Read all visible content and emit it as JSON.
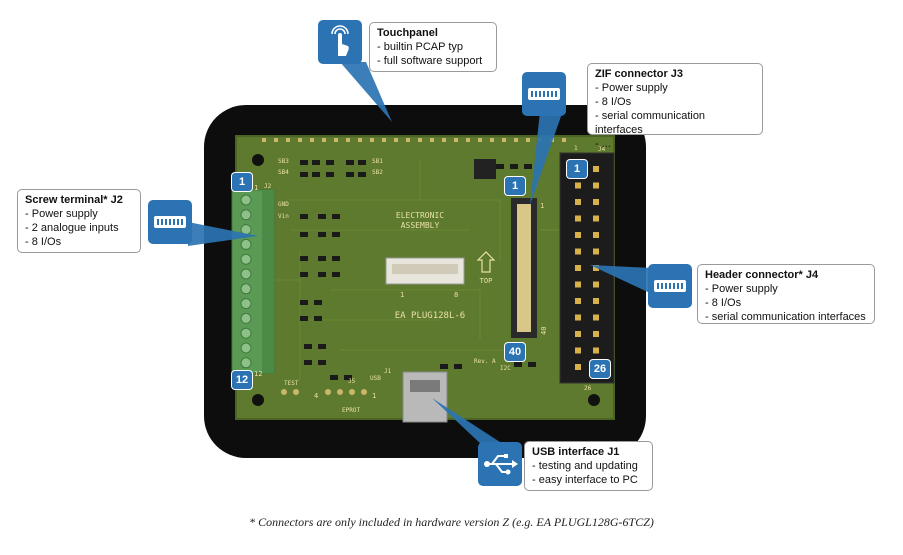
{
  "callouts": {
    "touchpanel": {
      "title": "Touchpanel",
      "items": [
        "builtin PCAP typ",
        "full software support"
      ]
    },
    "zif": {
      "title": "ZIF connector J3",
      "items": [
        "Power supply",
        "8 I/Os",
        "serial communication interfaces",
        "..."
      ]
    },
    "screw": {
      "title": "Screw terminal* J2",
      "items": [
        "Power supply",
        "2 analogue inputs",
        "8 I/Os"
      ]
    },
    "header": {
      "title": "Header connector* J4",
      "items": [
        "Power supply",
        "8 I/Os",
        "serial communication interfaces"
      ]
    },
    "usb": {
      "title": "USB interface J1",
      "items": [
        "testing and updating",
        "easy interface to PC"
      ]
    }
  },
  "badges": {
    "screw_top": "1",
    "screw_bottom": "12",
    "zif_top": "1",
    "zif_bottom": "40",
    "header_top": "1",
    "header_bottom": "26"
  },
  "board_labels": {
    "logo_line1": "ELECTRONIC",
    "logo_line2": "ASSEMBLY",
    "part": "EA PLUG128L-6",
    "top": "TOP",
    "rev": "Rev. A",
    "test": "TEST",
    "j5": "J5",
    "usb": "USB",
    "j1": "J1",
    "j2": "J2",
    "j4": "J4",
    "gnd": "GND",
    "vin": "Vin",
    "sb3": "SB3",
    "sb1": "SB1",
    "sb4": "SB4",
    "sb2": "SB2",
    "i2c": "I2C",
    "eprot": "EPROT",
    "fpc_1": "1",
    "fpc_8": "8",
    "pin_4": "4",
    "pin_1": "1",
    "zif_pin_1": "1",
    "zif_pin_40": "40",
    "hdr_pin_1": "1",
    "hdr_pin_26": "26",
    "screw_pin_1": "1",
    "screw_pin_12": "12"
  },
  "footnote": "* Connectors are only included in hardware version Z (e.g. EA PLUGL128G-6TCZ)",
  "icons": {
    "touchpanel": "touch-hand-icon",
    "zif": "ribbon-connector-icon",
    "screw": "ribbon-connector-icon",
    "header": "ribbon-connector-icon",
    "usb": "usb-icon"
  },
  "colors": {
    "accent": "#2b73b2",
    "pcb": "#5e7a2e",
    "frame": "#0d0d0d"
  }
}
